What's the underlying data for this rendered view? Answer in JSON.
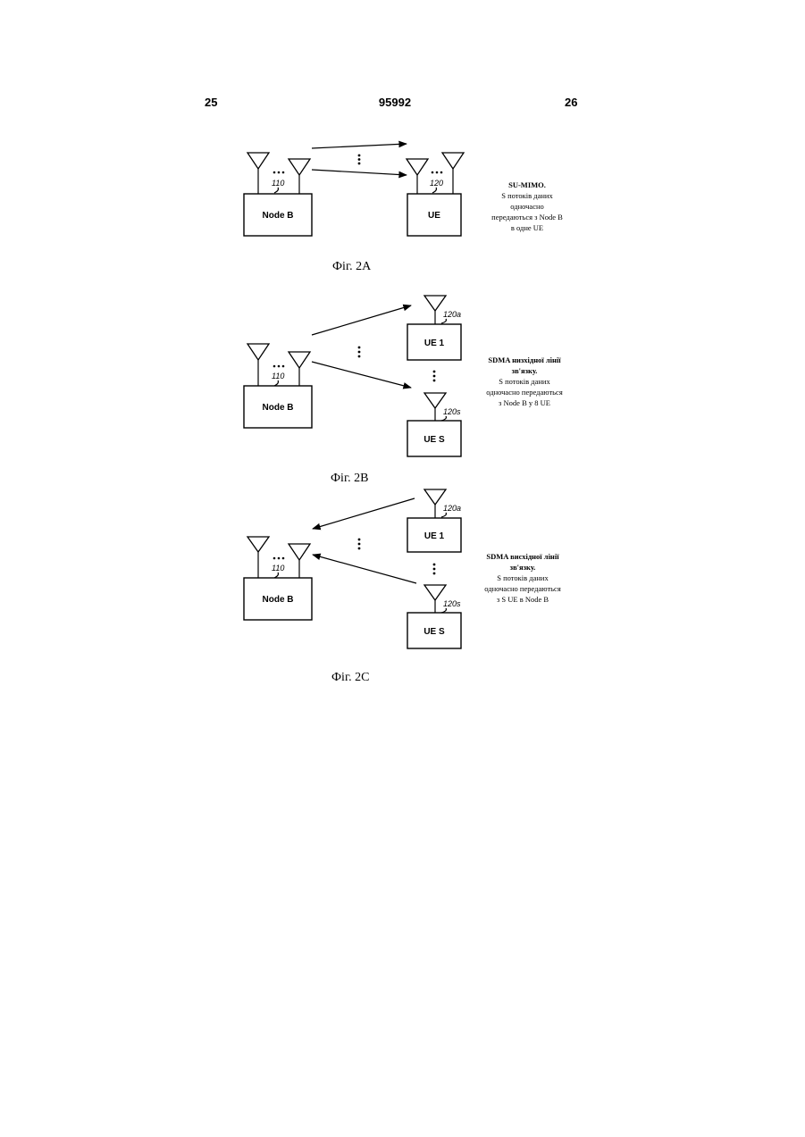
{
  "header": {
    "left_page": "25",
    "patent_number": "95992",
    "right_page": "26"
  },
  "fig2a": {
    "node_label": "Node B",
    "ue_label": "UE",
    "ref_node": "110",
    "ref_ue": "120",
    "desc_title": "SU-MIMO.",
    "desc_lines": [
      "S потоків даних",
      "одночасно",
      "передаються з Node B",
      "в одне UE"
    ],
    "caption": "Фіг. 2А"
  },
  "fig2b": {
    "node_label": "Node B",
    "ue1_label": "UE 1",
    "ues_label": "UE S",
    "ref_node": "110",
    "ref_ue1": "120a",
    "ref_ues": "120s",
    "desc_title_1": "SDMA низхідної лінії",
    "desc_title_2": "зв'язку.",
    "desc_lines": [
      "S потоків даних",
      "одночасно передаються",
      "з Node B у 8 UE"
    ],
    "caption": "Фіг. 2В"
  },
  "fig2c": {
    "node_label": "Node B",
    "ue1_label": "UE 1",
    "ues_label": "UE S",
    "ref_node": "110",
    "ref_ue1": "120a",
    "ref_ues": "120s",
    "desc_title_1": "SDMA висхідної лінії",
    "desc_title_2": "зв'язку.",
    "desc_lines": [
      "S потоків даних",
      "одночасно передаються",
      "з S UE в Node B"
    ],
    "caption": "Фіг. 2С"
  }
}
